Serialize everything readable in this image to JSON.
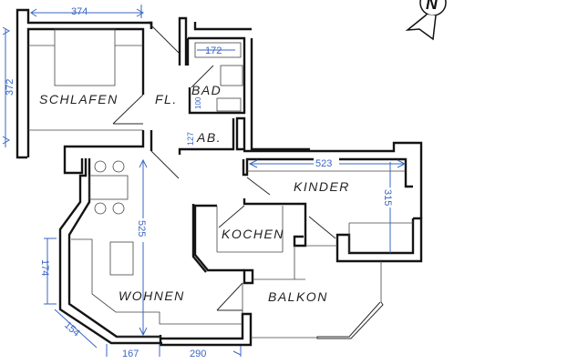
{
  "plan": {
    "rooms": [
      {
        "id": "schlafen",
        "label": "SCHLAFEN"
      },
      {
        "id": "flur",
        "label": "FL."
      },
      {
        "id": "bad",
        "label": "BAD"
      },
      {
        "id": "abstell",
        "label": "AB."
      },
      {
        "id": "kinder",
        "label": "KINDER"
      },
      {
        "id": "kochen",
        "label": "KOCHEN"
      },
      {
        "id": "wohnen",
        "label": "WOHNEN"
      },
      {
        "id": "balkon",
        "label": "BALKON"
      }
    ],
    "dimensions": {
      "schlafen_width": "374",
      "schlafen_height": "372",
      "bad_width": "172",
      "bad_height": "100",
      "abstell": "127",
      "kinder_width": "523",
      "kinder_height": "315",
      "wohnen_height": "525",
      "bay_side": "174",
      "bay_diagonal": "154",
      "bottom_left": "167",
      "bottom_right": "290"
    },
    "compass": {
      "label": "N"
    },
    "colors": {
      "walls": "#141414",
      "dimensions": "#3a66c4",
      "background": "#ffffff"
    }
  }
}
